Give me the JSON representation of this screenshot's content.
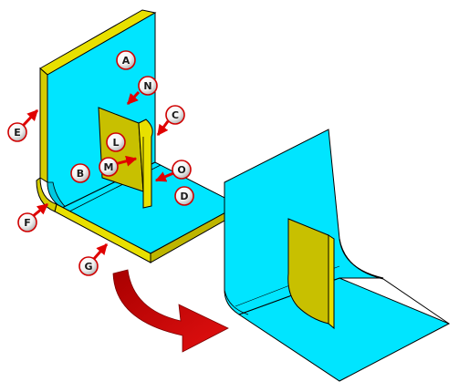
{
  "labels": {
    "A": "A",
    "B": "B",
    "C": "C",
    "D": "D",
    "E": "E",
    "F": "F",
    "G": "G",
    "L": "L",
    "M": "M",
    "N": "N",
    "O": "O"
  },
  "colors": {
    "face": "#00e5ff",
    "face_dark": "#00bcd4",
    "edge": "#e8e000",
    "edge_dark": "#b8b000",
    "tab": "#c8c000",
    "tab_dark": "#9a9400",
    "arrow": "#e00000",
    "big_arrow": "#c40000"
  },
  "icons": {
    "callout_arrow": "red-arrow-icon",
    "transform_arrow": "curved-arrow-icon"
  }
}
